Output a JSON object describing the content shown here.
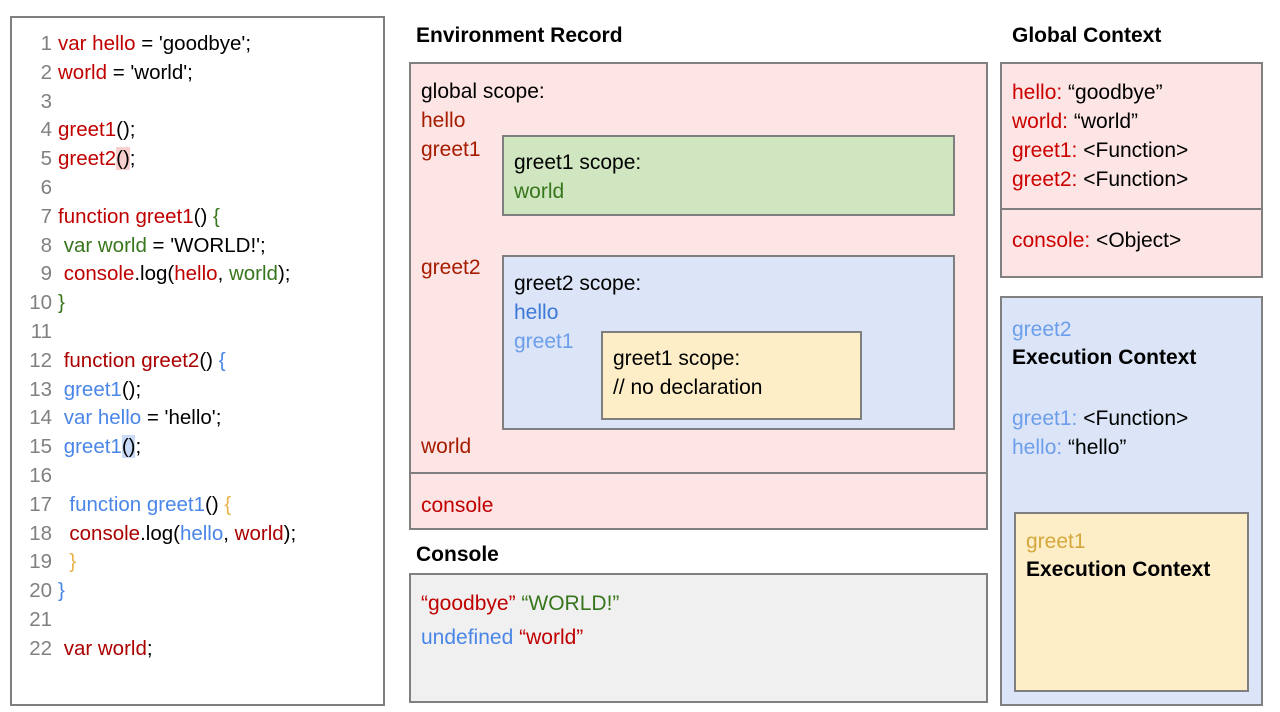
{
  "code_panel": {
    "name": "javascript-source-code",
    "lines": [
      {
        "n": "1",
        "tokens": [
          {
            "t": "var hello",
            "c": "red"
          },
          {
            "t": " = 'goodbye';",
            "c": "black"
          }
        ]
      },
      {
        "n": "2",
        "tokens": [
          {
            "t": "world",
            "c": "red"
          },
          {
            "t": " = 'world';",
            "c": "black"
          }
        ]
      },
      {
        "n": "3",
        "tokens": []
      },
      {
        "n": "4",
        "tokens": [
          {
            "t": "greet1",
            "c": "red"
          },
          {
            "t": "();",
            "c": "black"
          }
        ]
      },
      {
        "n": "5",
        "tokens": [
          {
            "t": "greet2",
            "c": "red"
          },
          {
            "t": "()",
            "c": "black",
            "hl": "red"
          },
          {
            "t": ";",
            "c": "black"
          }
        ]
      },
      {
        "n": "6",
        "tokens": []
      },
      {
        "n": "7",
        "tokens": [
          {
            "t": "function greet1",
            "c": "red"
          },
          {
            "t": "() ",
            "c": "black"
          },
          {
            "t": "{",
            "c": "green"
          }
        ]
      },
      {
        "n": "8",
        "tokens": [
          {
            "t": " var world",
            "c": "green"
          },
          {
            "t": " = 'WORLD!';",
            "c": "black"
          }
        ]
      },
      {
        "n": "9",
        "tokens": [
          {
            "t": " console",
            "c": "red"
          },
          {
            "t": ".log(",
            "c": "black"
          },
          {
            "t": "hello",
            "c": "red"
          },
          {
            "t": ", ",
            "c": "black"
          },
          {
            "t": "world",
            "c": "green"
          },
          {
            "t": ");",
            "c": "black"
          }
        ]
      },
      {
        "n": "10",
        "tokens": [
          {
            "t": "}",
            "c": "green"
          }
        ]
      },
      {
        "n": "11",
        "tokens": []
      },
      {
        "n": "12",
        "tokens": [
          {
            "t": " function greet2",
            "c": "darkred"
          },
          {
            "t": "() ",
            "c": "black"
          },
          {
            "t": "{",
            "c": "blue"
          }
        ]
      },
      {
        "n": "13",
        "tokens": [
          {
            "t": " greet1",
            "c": "blue"
          },
          {
            "t": "();",
            "c": "black"
          }
        ]
      },
      {
        "n": "14",
        "tokens": [
          {
            "t": " var hello",
            "c": "blue"
          },
          {
            "t": " = 'hello';",
            "c": "black"
          }
        ]
      },
      {
        "n": "15",
        "tokens": [
          {
            "t": " greet1",
            "c": "blue"
          },
          {
            "t": "()",
            "c": "black",
            "hl": "blue"
          },
          {
            "t": ";",
            "c": "black"
          }
        ]
      },
      {
        "n": "16",
        "tokens": []
      },
      {
        "n": "17",
        "tokens": [
          {
            "t": "  function greet1",
            "c": "blue"
          },
          {
            "t": "() ",
            "c": "black"
          },
          {
            "t": "{",
            "c": "gold"
          }
        ]
      },
      {
        "n": "18",
        "tokens": [
          {
            "t": "  console",
            "c": "darkred"
          },
          {
            "t": ".log(",
            "c": "black"
          },
          {
            "t": "hello",
            "c": "blue"
          },
          {
            "t": ", ",
            "c": "black"
          },
          {
            "t": "world",
            "c": "darkred"
          },
          {
            "t": ");",
            "c": "black"
          }
        ]
      },
      {
        "n": "19",
        "tokens": [
          {
            "t": "  }",
            "c": "gold"
          }
        ]
      },
      {
        "n": "20",
        "tokens": [
          {
            "t": "}",
            "c": "blue"
          }
        ]
      },
      {
        "n": "21",
        "tokens": []
      },
      {
        "n": "22",
        "tokens": [
          {
            "t": " var world",
            "c": "darkred"
          },
          {
            "t": ";",
            "c": "black"
          }
        ]
      }
    ]
  },
  "environment_record": {
    "title": "Environment Record",
    "global_scope_label": "global scope:",
    "bindings": [
      "hello",
      "greet1",
      "greet2",
      "world"
    ],
    "global_object_section": "console",
    "greet1_scope": {
      "title": "greet1 scope:",
      "bindings": [
        "world"
      ]
    },
    "greet2_scope": {
      "title": "greet2 scope:",
      "bindings": [
        "hello",
        "greet1"
      ],
      "greet1_scope": {
        "title": "greet1 scope:",
        "note": "// no declaration"
      }
    }
  },
  "console": {
    "title": "Console",
    "lines": [
      "“goodbye” “WORLD!”",
      "undefined “world”"
    ],
    "line1_part1": "“goodbye”",
    "line1_part2": "“WORLD!”",
    "line2_part1": "undefined",
    "line2_part2": "“world”"
  },
  "global_context": {
    "title": "Global Context",
    "entries": [
      {
        "key": "hello:",
        "value": " “goodbye”"
      },
      {
        "key": "world:",
        "value": " “world”"
      },
      {
        "key": "greet1:",
        "value": " <Function>"
      },
      {
        "key": "greet2:",
        "value": " <Function>"
      }
    ],
    "object_entry": {
      "key": "console:",
      "value": " <Object>"
    }
  },
  "greet2_execution_context": {
    "name": "greet2",
    "heading": "Execution Context",
    "entries": [
      {
        "key": "greet1:",
        "value": " <Function>"
      },
      {
        "key": "hello:",
        "value": " “hello”"
      }
    ],
    "greet1_execution_context": {
      "name": "greet1",
      "heading": "Execution Context"
    }
  },
  "colors": {
    "red": "#c00000",
    "dark_red": "#aa0000",
    "green": "#38761d",
    "blue": "#4a86e8",
    "gold": "#e8b44a",
    "pink_panel": "#fce5e4",
    "green_panel": "#d0e6c0",
    "blue_panel": "#dbe5f7",
    "yellow_panel": "#fdeec8",
    "console_panel": "#f0f0f0",
    "border": "#808080"
  }
}
